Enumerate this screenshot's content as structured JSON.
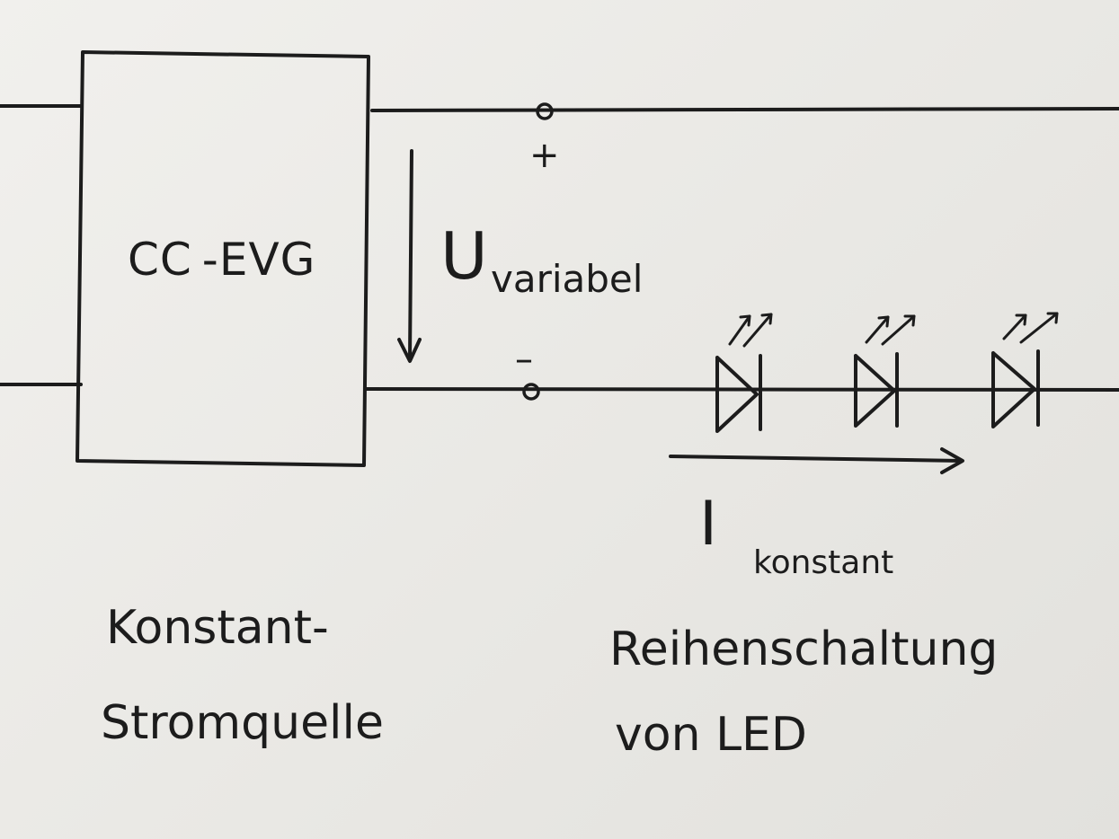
{
  "block": {
    "label": "CC -EVG"
  },
  "terminals": {
    "plus": "+",
    "minus": "–"
  },
  "voltage": {
    "symbol": "U",
    "subscript": "variabel"
  },
  "current": {
    "symbol": "I",
    "subscript": "konstant"
  },
  "captions": {
    "left_line1": "Konstant-",
    "left_line2": "Stromquelle",
    "right_line1": "Reihenschaltung",
    "right_line2": "von LED"
  },
  "led_count": 3,
  "colors": {
    "ink": "#1c1c1c",
    "paper": "#ecebe8"
  }
}
